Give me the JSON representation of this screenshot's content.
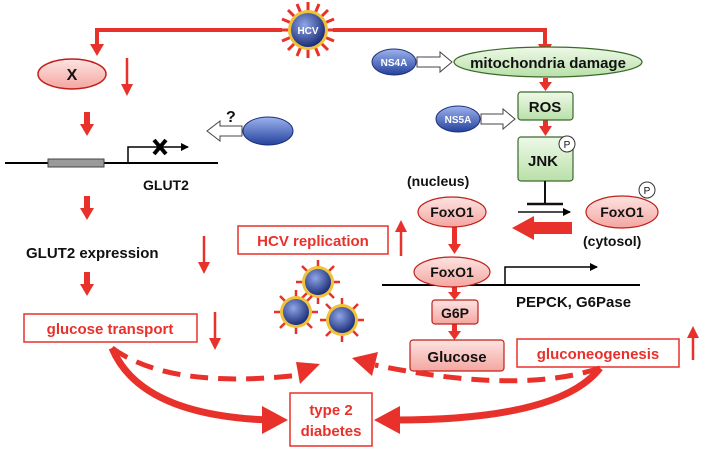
{
  "labels": {
    "virus": "HCV",
    "x_protein": "X",
    "question": "?",
    "glut2_gene": "GLUT2",
    "glut2_expression": "GLUT2 expression",
    "glucose_transport": "glucose transport",
    "hcv_replication": "HCV replication",
    "ns4a": "NS4A",
    "ns5a": "NS5A",
    "mito_damage": "mitochondria damage",
    "ros": "ROS",
    "jnk": "JNK",
    "phospho": "P",
    "nucleus": "(nucleus)",
    "cytosol": "(cytosol)",
    "foxo1": "FoxO1",
    "pepck": "PEPCK, G6Pase",
    "g6p": "G6P",
    "glucose": "Glucose",
    "gluconeogenesis": "gluconeogenesis",
    "diabetes_line1": "type 2",
    "diabetes_line2": "diabetes"
  },
  "colors": {
    "red": "#e8312a",
    "dark_red": "#c0201a",
    "pink_fill": "#f9c5c2",
    "green_fill": "#cfecc4",
    "blue_fill": "#3b5fbf"
  }
}
